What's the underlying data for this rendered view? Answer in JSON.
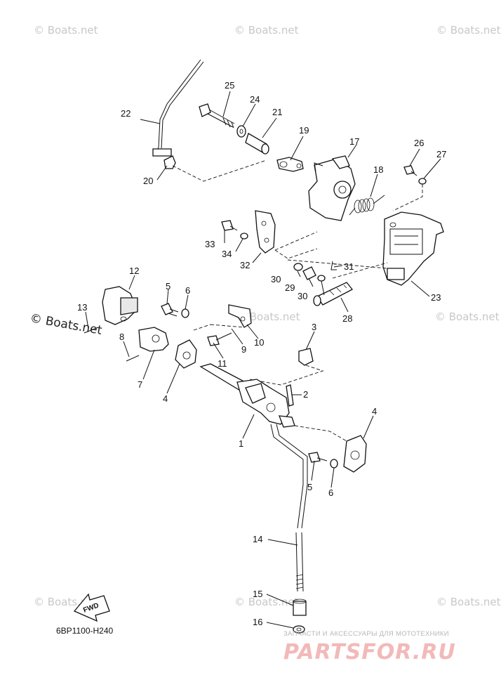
{
  "watermarks": {
    "small": "© Boats.net",
    "large": "© Boats.net"
  },
  "diagram": {
    "code": "6BP1100-H240",
    "fwd_label": "FWD",
    "callouts": {
      "c1": "1",
      "c2": "2",
      "c3": "3",
      "c4a": "4",
      "c4b": "4",
      "c5a": "5",
      "c5b": "5",
      "c6a": "6",
      "c6b": "6",
      "c7": "7",
      "c8": "8",
      "c9": "9",
      "c10": "10",
      "c11": "11",
      "c12": "12",
      "c13": "13",
      "c14": "14",
      "c15": "15",
      "c16": "16",
      "c17": "17",
      "c18": "18",
      "c19": "19",
      "c20": "20",
      "c21": "21",
      "c22": "22",
      "c23": "23",
      "c24": "24",
      "c25": "25",
      "c26": "26",
      "c27": "27",
      "c28": "28",
      "c29": "29",
      "c30a": "30",
      "c30b": "30",
      "c31": "31",
      "c32": "32",
      "c33": "33",
      "c34": "34"
    }
  },
  "brand": {
    "tagline": "ЗАПЧАСТИ И АКСЕССУАРЫ ДЛЯ МОТОТЕХНИКИ",
    "name": "PARTSFOR.RU"
  }
}
